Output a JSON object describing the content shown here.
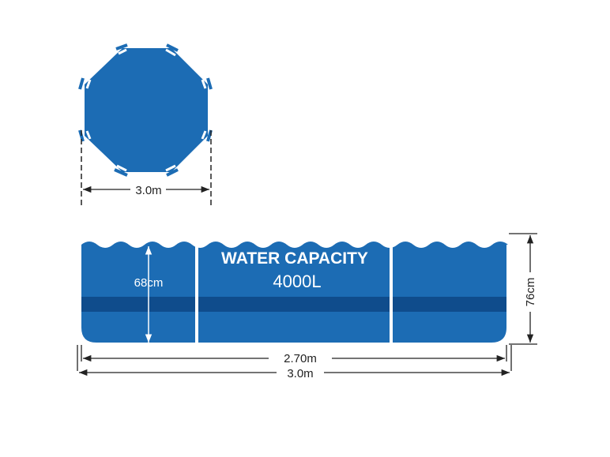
{
  "top_view": {
    "width_label": "3.0m"
  },
  "side_view": {
    "capacity_title": "WATER CAPACITY",
    "capacity_value": "4000L",
    "water_depth_label": "68cm",
    "pool_height_label": "76cm",
    "inner_length_label": "2.70m",
    "outer_length_label": "3.0m"
  },
  "colors": {
    "pool_blue": "#1C6CB4",
    "band_blue": "#0F4C8C",
    "outline": "#222222"
  }
}
